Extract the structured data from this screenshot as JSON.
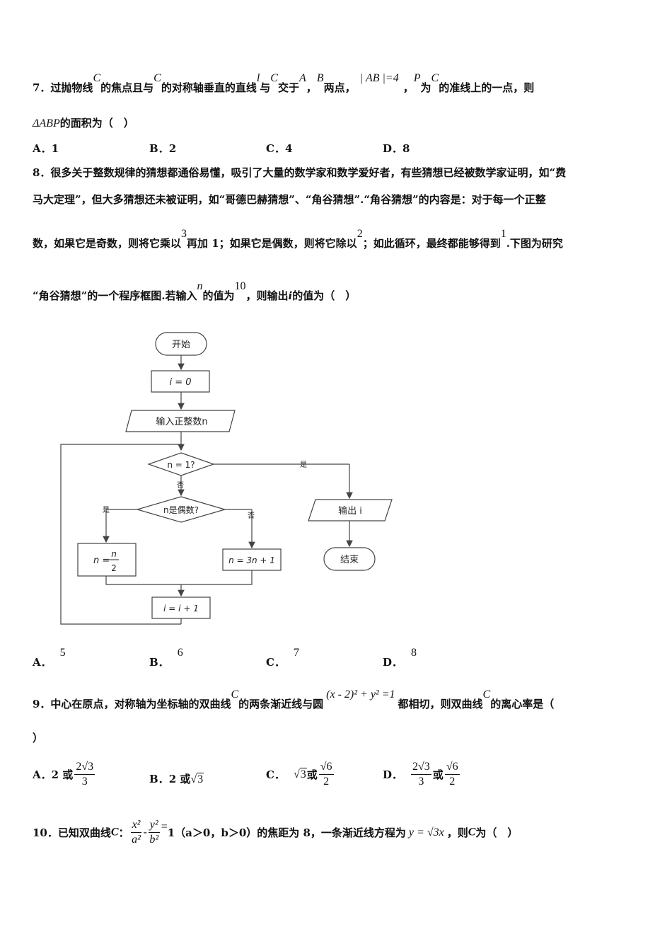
{
  "q7": {
    "t1": "7．过抛物线",
    "C": "C",
    "t2": "的焦点且与",
    "t3": "的对称轴垂直的直线",
    "l": "l",
    "t4": "与",
    "t5": "交于",
    "A": "A",
    "comma": "，",
    "B": "B",
    "t6": "两点，",
    "ab": "| AB |=4",
    "P": "P",
    "t7": "为",
    "t8": "的准线上的一点，则",
    "tri": "ΔABP",
    "t9": "的面积为（　）",
    "options": [
      {
        "label": "A．",
        "value": "1"
      },
      {
        "label": "B．",
        "value": "2"
      },
      {
        "label": "C．",
        "value": "4"
      },
      {
        "label": "D．",
        "value": "8"
      }
    ]
  },
  "q8": {
    "line1": "8．很多关于整数规律的猜想都通俗易懂，吸引了大量的数学家和数学爱好者，有些猜想已经被数学家证明，如“费",
    "line2": "马大定理”，但大多猜想还未被证明，如“哥德巴赫猜想”、“角谷猜想”.“角谷猜想”的内容是：对于每一个正整",
    "l3a": "数，如果它是奇数，则将它乘以",
    "three": "3",
    "l3b": "再加 1；如果它是偶数，则将它除以",
    "two": "2",
    "l3c": "；如此循环，最终都能够得到",
    "one": "1",
    "l3d": ".下图为研究",
    "l4a": "“角谷猜想”的一个程序框图.若输入",
    "n": "n",
    "l4b": "的值为",
    "ten": "10",
    "l4c": "，则输出",
    "i": "i",
    "l4d": "的值为（　）",
    "flowchart": {
      "start": "开始",
      "init": "i = 0",
      "input": "输入正整数n",
      "cond1": "n = 1?",
      "yes": "是",
      "no": "否",
      "cond2": "n是偶数?",
      "even_yes": "是",
      "even_no": "否",
      "half_lhs": "n =",
      "half_num": "n",
      "half_den": "2",
      "triple": "n = 3n + 1",
      "incr": "i = i + 1",
      "output": "输出 i",
      "end": "结束"
    },
    "options": [
      {
        "label": "A．",
        "value": "5"
      },
      {
        "label": "B．",
        "value": "6"
      },
      {
        "label": "C．",
        "value": "7"
      },
      {
        "label": "D．",
        "value": "8"
      }
    ]
  },
  "q9": {
    "t1": "9．中心在原点，对称轴为坐标轴的双曲线",
    "C": "C",
    "t2": "的两条渐近线与圆",
    "circle": "(x - 2)² + y² =1",
    "t3": "都相切，则双曲线",
    "t4": "的离心率是（",
    "t5": "）",
    "options": {
      "A_label": "A．",
      "A_pre": "2 或",
      "A_num": "2√3",
      "A_den": "3",
      "B_label": "B．",
      "B_pre": "2 或",
      "B_rad": "3",
      "C_label": "C．",
      "C_rad": "3",
      "C_mid": "或",
      "C_num": "√6",
      "C_den": "2",
      "D_label": "D．",
      "D_num1": "2√3",
      "D_den1": "3",
      "D_mid": "或",
      "D_num2": "√6",
      "D_den2": "2"
    }
  },
  "q10": {
    "t1": "10．已知双曲线",
    "C": "C",
    "colon": "：",
    "x2": "x²",
    "a2": "a²",
    "minus": "-",
    "y2": "y²",
    "b2": "b²",
    "eq": "=",
    "t2": "1（a＞0，b＞0）的焦距为 8，一条渐近线方程为",
    "asym": "y = √3x",
    "t3": "，则",
    "t4": "为（　）"
  }
}
